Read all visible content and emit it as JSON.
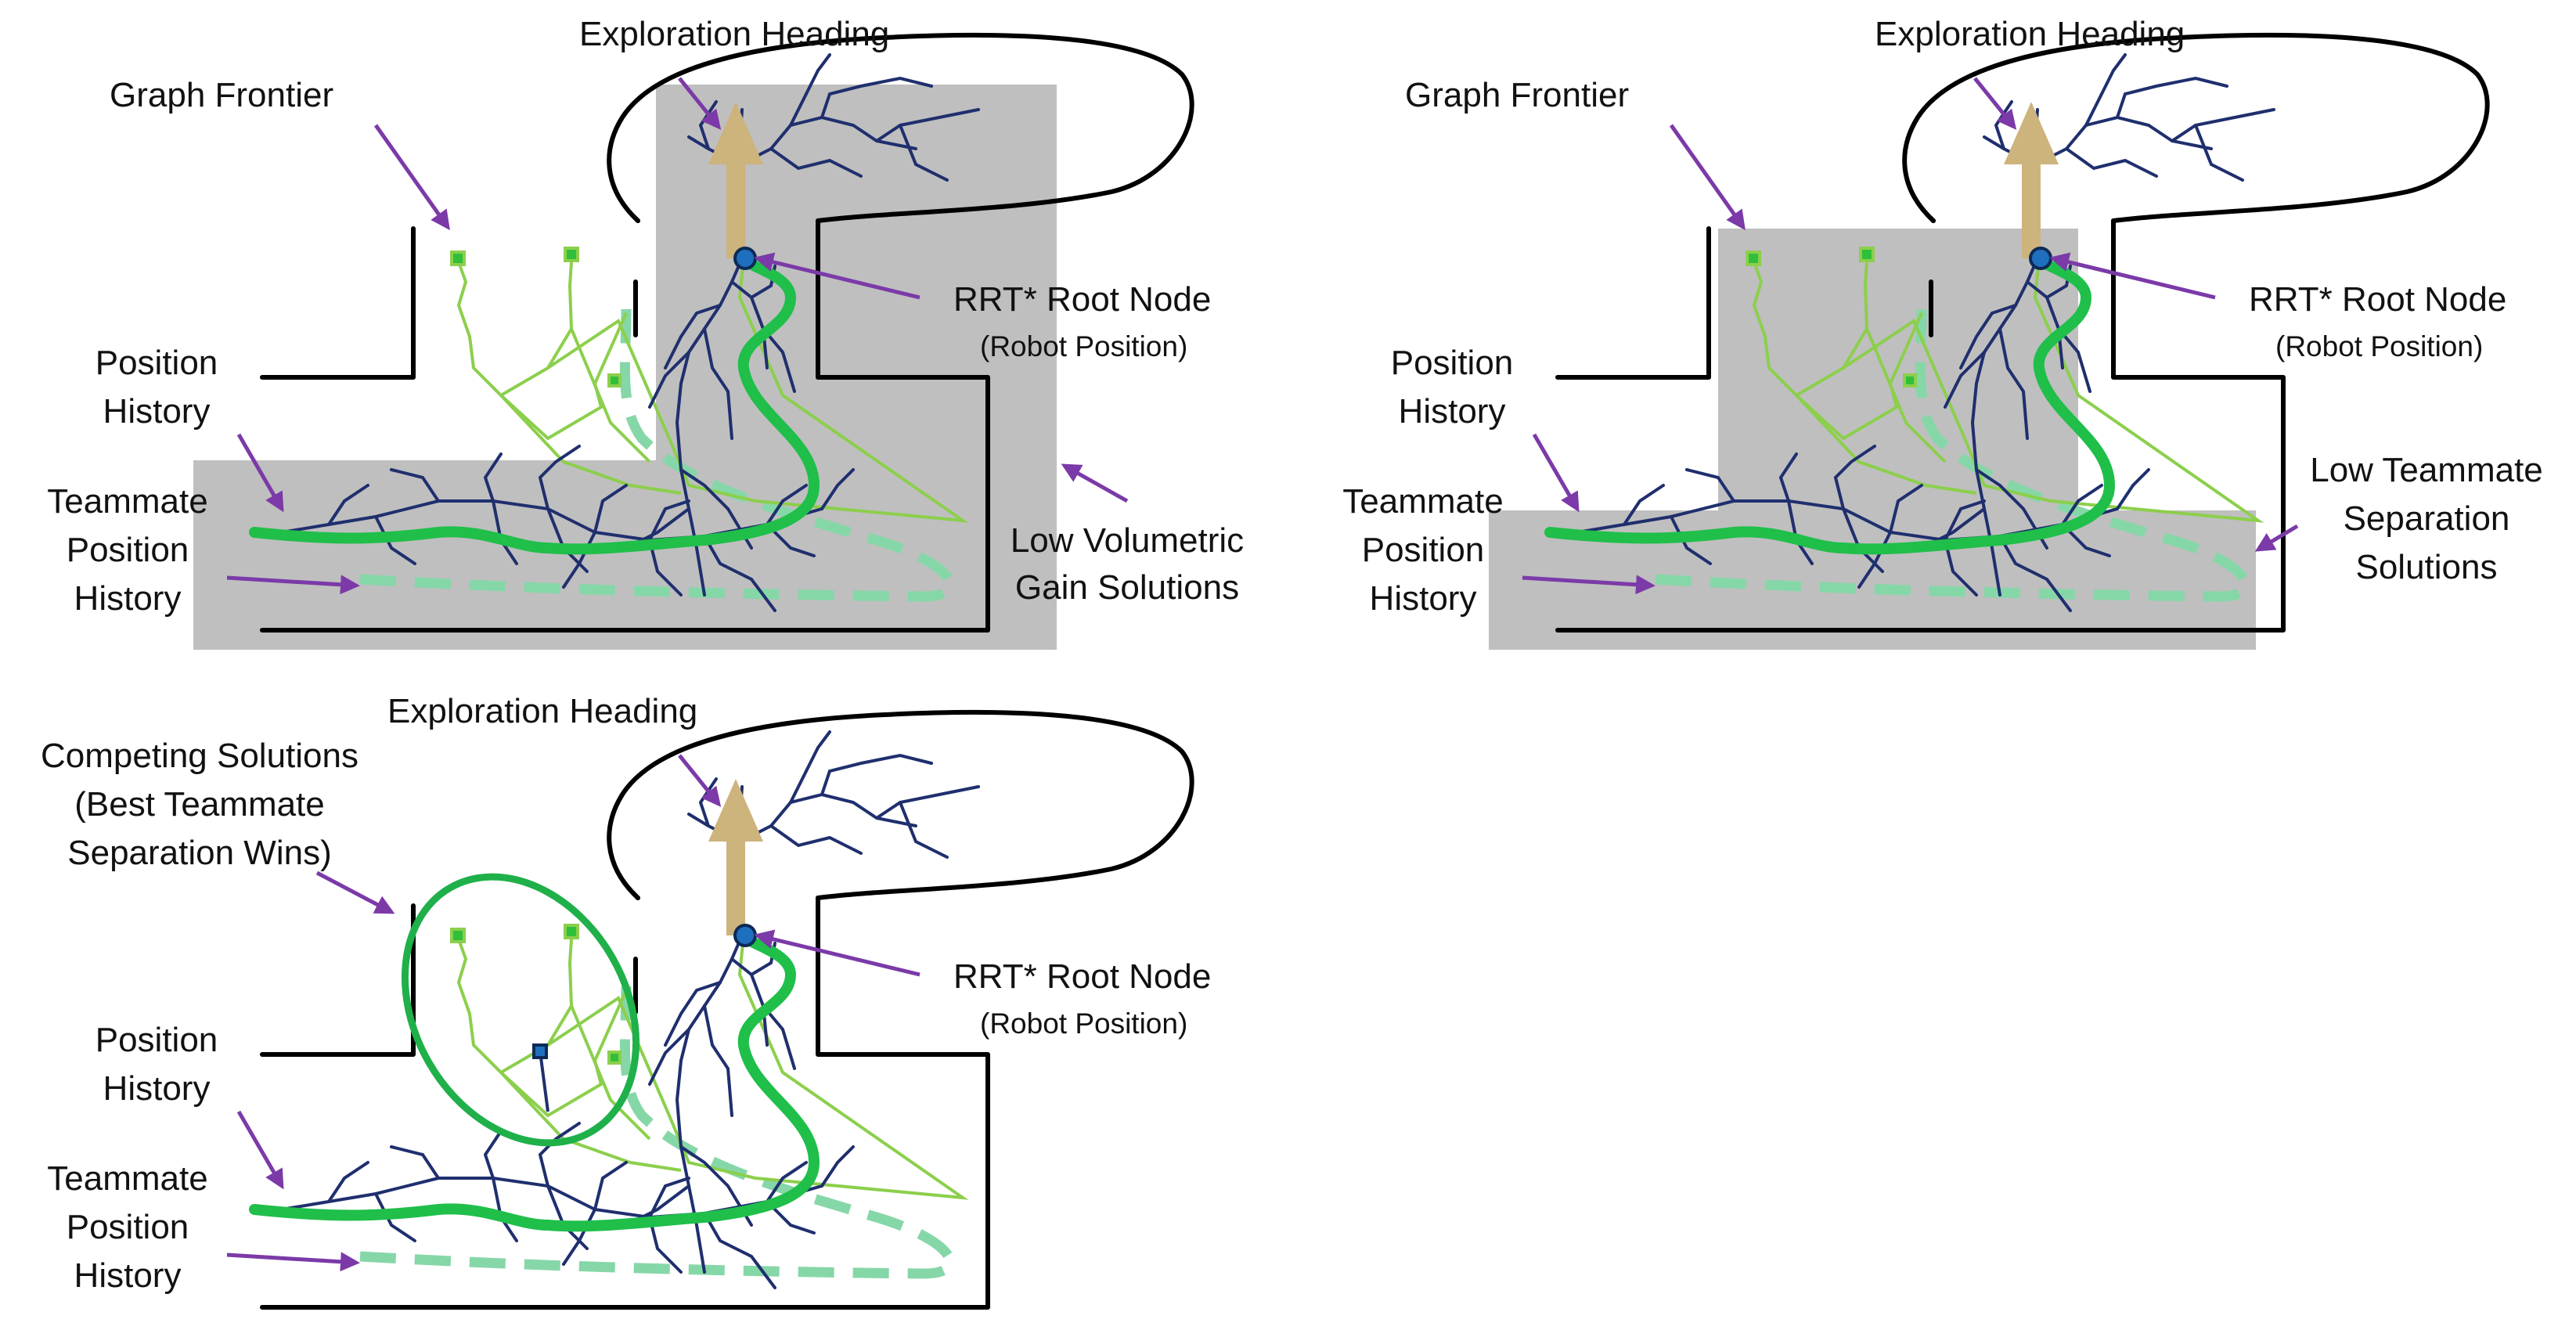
{
  "colors": {
    "wall": "#000000",
    "shade": "#bfbfbf",
    "tree": "#1f2f6e",
    "graph": "#8ccf4c",
    "path": "#1fbf4a",
    "teammate": "#86d7a8",
    "arrow": "#7b3aa8",
    "heading": "#cdb37c",
    "root": "#1f6fbf"
  },
  "icons": {
    "heading_arrow": "heading-arrow-icon",
    "root_node": "root-node-icon",
    "frontier_node": "frontier-node-icon"
  },
  "panels": [
    {
      "id": "volumetric",
      "labels": {
        "exploration_heading": "Exploration Heading",
        "graph_frontier": "Graph Frontier",
        "rrt_root_node": "RRT* Root Node",
        "robot_position": "(Robot Position)",
        "position_history_1": "Position",
        "position_history_2": "History",
        "teammate_1": "Teammate",
        "teammate_2": "Position",
        "teammate_3": "History",
        "region_1": "Low Volumetric",
        "region_2": "Gain Solutions"
      }
    },
    {
      "id": "separation",
      "labels": {
        "exploration_heading": "Exploration Heading",
        "graph_frontier": "Graph Frontier",
        "rrt_root_node": "RRT* Root Node",
        "robot_position": "(Robot Position)",
        "position_history_1": "Position",
        "position_history_2": "History",
        "teammate_1": "Teammate",
        "teammate_2": "Position",
        "teammate_3": "History",
        "region_1": "Low Teammate",
        "region_2": "Separation",
        "region_3": "Solutions"
      }
    },
    {
      "id": "competing",
      "labels": {
        "exploration_heading": "Exploration Heading",
        "competing_1": "Competing Solutions",
        "competing_2": "(Best Teammate",
        "competing_3": "Separation Wins)",
        "rrt_root_node": "RRT* Root Node",
        "robot_position": "(Robot Position)",
        "position_history_1": "Position",
        "position_history_2": "History",
        "teammate_1": "Teammate",
        "teammate_2": "Position",
        "teammate_3": "History"
      }
    }
  ]
}
